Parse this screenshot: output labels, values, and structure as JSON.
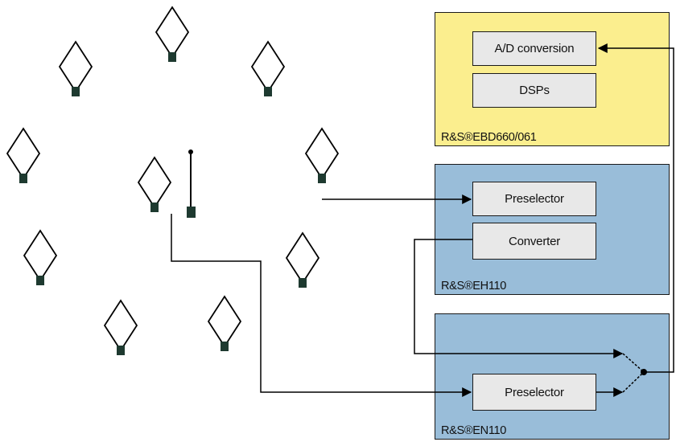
{
  "units": {
    "ebd660": {
      "name": "R&S®EBD660/061",
      "modules": {
        "ad_conversion": "A/D conversion",
        "dsps": "DSPs"
      },
      "color": "#fbee8e"
    },
    "eh110": {
      "name": "R&S®EH110",
      "modules": {
        "preselector": "Preselector",
        "converter": "Converter"
      },
      "color": "#99bdd9"
    },
    "en110": {
      "name": "R&S®EN110",
      "modules": {
        "preselector": "Preselector"
      },
      "color": "#99bdd9"
    }
  },
  "antenna_array": {
    "elements": 11,
    "center_element": "monopole"
  },
  "colors": {
    "line": "#000000",
    "module_fill": "#e8e8e8",
    "feed_block": "#1e3a30"
  }
}
